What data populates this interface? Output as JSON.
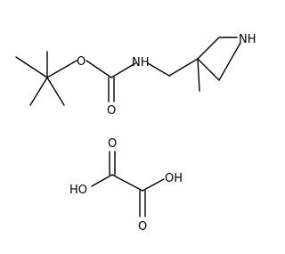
{
  "structure": {
    "carbamate_molecule": {
      "atoms": {
        "ester_oxygen": "O",
        "carbonyl_oxygen": "O",
        "carbamate_nitrogen": "NH",
        "azetidine_nitrogen": "NH"
      }
    },
    "oxalic_acid_molecule": {
      "atoms": {
        "left_hydroxyl": "HO",
        "right_hydroxyl": "OH",
        "left_carbonyl_oxygen": "O",
        "right_carbonyl_oxygen": "O"
      }
    }
  }
}
